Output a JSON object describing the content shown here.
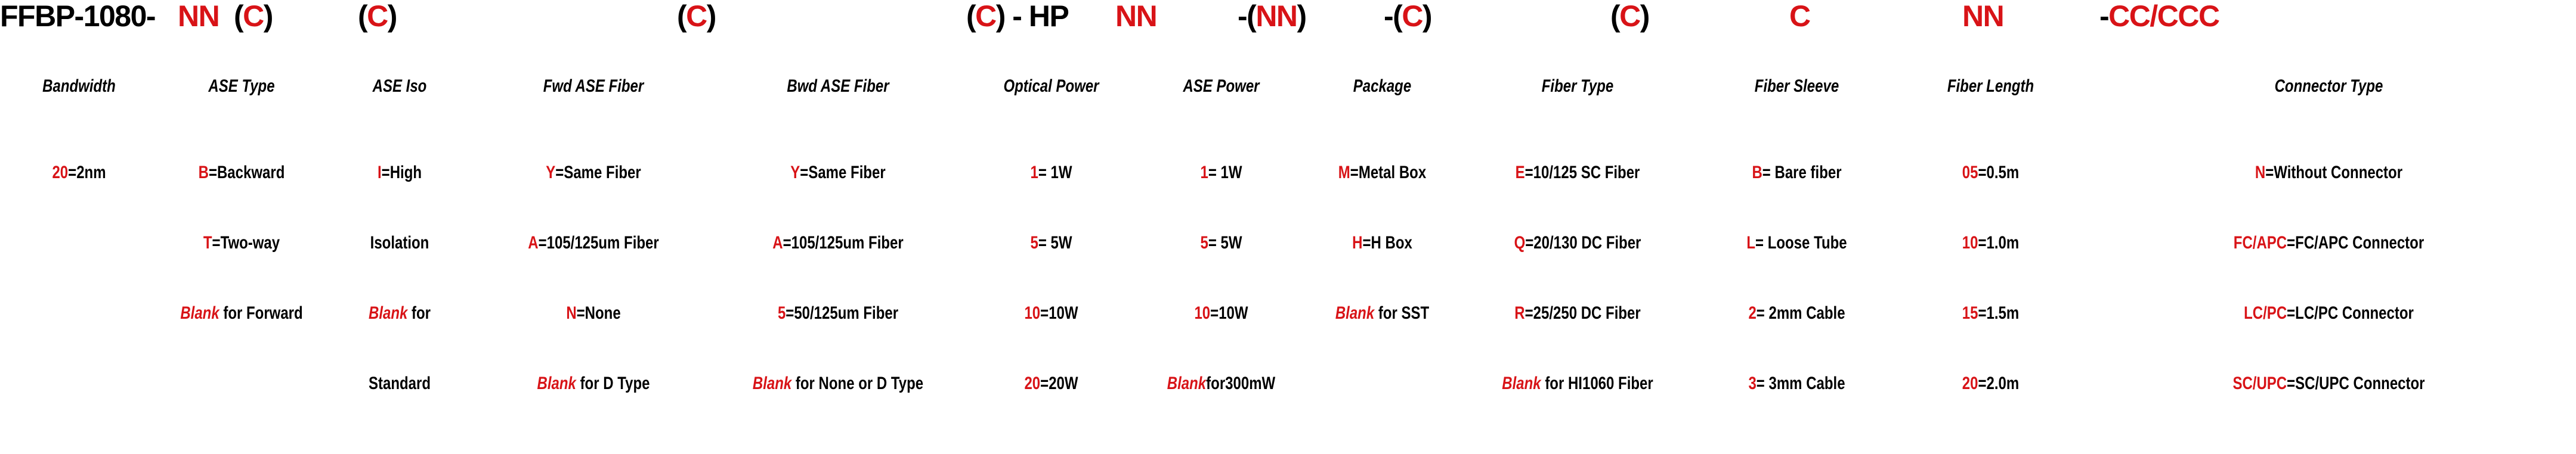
{
  "colors": {
    "code_red": "#d81317",
    "text_black": "#000000",
    "background": "#ffffff"
  },
  "title": {
    "full": "FFBP-1080-NN(C) (C)      (C) - HP NN   -(NN)  -(C)    (C)        C       NN  -CC/CCC",
    "segments": [
      {
        "text": "FFBP-1080-",
        "color": "black"
      },
      {
        "text": "NN",
        "color": "red"
      },
      {
        "text": "(",
        "color": "black"
      },
      {
        "text": "C",
        "color": "red"
      },
      {
        "text": ")",
        "color": "black"
      },
      {
        "text": "(",
        "color": "black"
      },
      {
        "text": "C",
        "color": "red"
      },
      {
        "text": ")",
        "color": "black"
      },
      {
        "text": "(",
        "color": "black"
      },
      {
        "text": "C",
        "color": "red"
      },
      {
        "text": ")",
        "color": "black"
      },
      {
        "text": "(",
        "color": "black"
      },
      {
        "text": "C",
        "color": "red"
      },
      {
        "text": ") - HP ",
        "color": "black"
      },
      {
        "text": "NN",
        "color": "red"
      },
      {
        "text": "-(",
        "color": "black"
      },
      {
        "text": "NN",
        "color": "red"
      },
      {
        "text": ")",
        "color": "black"
      },
      {
        "text": "-(",
        "color": "black"
      },
      {
        "text": "C",
        "color": "red"
      },
      {
        "text": ")",
        "color": "black"
      },
      {
        "text": "(",
        "color": "black"
      },
      {
        "text": "C",
        "color": "red"
      },
      {
        "text": ")",
        "color": "black"
      },
      {
        "text": "C",
        "color": "red"
      },
      {
        "text": "NN",
        "color": "red"
      },
      {
        "text": "-",
        "color": "black"
      },
      {
        "text": "CC/CCC",
        "color": "red"
      }
    ],
    "token_prefix": "FFBP-1080-",
    "tokens": [
      {
        "id": "bandwidth",
        "prefix": "",
        "code": "NN",
        "suffix": "",
        "wrapped": false
      },
      {
        "id": "ase-type",
        "prefix": "(",
        "code": "C",
        "suffix": ")",
        "wrapped": true
      },
      {
        "id": "ase-iso",
        "prefix": "(",
        "code": "C",
        "suffix": ")",
        "wrapped": true
      },
      {
        "id": "fwd-ase-fiber",
        "prefix": "(",
        "code": "C",
        "suffix": ")",
        "wrapped": true
      },
      {
        "id": "bwd-ase-fiber",
        "prefix": "(",
        "code": "C",
        "suffix": ") - HP",
        "wrapped": true
      },
      {
        "id": "optical-power",
        "prefix": "",
        "code": "NN",
        "suffix": "",
        "wrapped": false
      },
      {
        "id": "ase-power",
        "prefix": "-(",
        "code": "NN",
        "suffix": ")",
        "wrapped": true
      },
      {
        "id": "package",
        "prefix": "-(",
        "code": "C",
        "suffix": ")",
        "wrapped": true
      },
      {
        "id": "fiber-type",
        "prefix": "(",
        "code": "C",
        "suffix": ")",
        "wrapped": true
      },
      {
        "id": "fiber-sleeve",
        "prefix": "",
        "code": "C",
        "suffix": "",
        "wrapped": false
      },
      {
        "id": "fiber-length",
        "prefix": "",
        "code": "NN",
        "suffix": "",
        "wrapped": false
      },
      {
        "id": "connector-type",
        "prefix": "-",
        "code": "CC/CCC",
        "suffix": "",
        "wrapped": false
      }
    ]
  },
  "columns": [
    {
      "key": "bandwidth",
      "header": "Bandwidth",
      "options": [
        {
          "code": "20",
          "code_italic": false,
          "sep": "=",
          "definition": "2nm"
        },
        {
          "code": "",
          "code_italic": false,
          "sep": "",
          "definition": ""
        },
        {
          "code": "",
          "code_italic": false,
          "sep": "",
          "definition": ""
        },
        {
          "code": "",
          "code_italic": false,
          "sep": "",
          "definition": ""
        }
      ]
    },
    {
      "key": "ase-type",
      "header": "ASE Type",
      "options": [
        {
          "code": "B",
          "code_italic": false,
          "sep": "=",
          "definition": "Backward"
        },
        {
          "code": "T",
          "code_italic": false,
          "sep": "=",
          "definition": "Two-way"
        },
        {
          "code": "Blank",
          "code_italic": true,
          "sep": "",
          "definition": " for Forward"
        },
        {
          "code": "",
          "code_italic": false,
          "sep": "",
          "definition": ""
        }
      ]
    },
    {
      "key": "ase-iso",
      "header": "ASE Iso",
      "options": [
        {
          "code": "I",
          "code_italic": false,
          "sep": "=",
          "definition": "High"
        },
        {
          "code": "",
          "code_italic": false,
          "sep": "",
          "definition": "Isolation"
        },
        {
          "code": "Blank",
          "code_italic": true,
          "sep": "",
          "definition": " for"
        },
        {
          "code": "",
          "code_italic": false,
          "sep": "",
          "definition": "Standard"
        }
      ]
    },
    {
      "key": "fwd-ase-fiber",
      "header": "Fwd ASE Fiber",
      "options": [
        {
          "code": "Y",
          "code_italic": false,
          "sep": "=",
          "definition": "Same Fiber"
        },
        {
          "code": "A",
          "code_italic": false,
          "sep": "=",
          "definition": "105/125um Fiber"
        },
        {
          "code": "N",
          "code_italic": false,
          "sep": "=",
          "definition": "None"
        },
        {
          "code": "Blank",
          "code_italic": true,
          "sep": "",
          "definition": " for D Type"
        }
      ]
    },
    {
      "key": "bwd-ase-fiber",
      "header": "Bwd ASE Fiber",
      "options": [
        {
          "code": "Y",
          "code_italic": false,
          "sep": "=",
          "definition": "Same Fiber"
        },
        {
          "code": "A",
          "code_italic": false,
          "sep": "=",
          "definition": "105/125um Fiber"
        },
        {
          "code": "5",
          "code_italic": false,
          "sep": "=",
          "definition": "50/125um Fiber"
        },
        {
          "code": "Blank",
          "code_italic": true,
          "sep": "",
          "definition": " for None or D Type"
        }
      ]
    },
    {
      "key": "optical-power",
      "header": "Optical Power",
      "options": [
        {
          "code": "1",
          "code_italic": false,
          "sep": "=",
          "definition": " 1W"
        },
        {
          "code": "5",
          "code_italic": false,
          "sep": "=",
          "definition": " 5W"
        },
        {
          "code": "10",
          "code_italic": false,
          "sep": "=",
          "definition": "10W"
        },
        {
          "code": "20",
          "code_italic": false,
          "sep": "=",
          "definition": "20W"
        }
      ]
    },
    {
      "key": "ase-power",
      "header": "ASE Power",
      "options": [
        {
          "code": "1",
          "code_italic": false,
          "sep": "=",
          "definition": " 1W"
        },
        {
          "code": "5",
          "code_italic": false,
          "sep": "=",
          "definition": " 5W"
        },
        {
          "code": "10",
          "code_italic": false,
          "sep": "=",
          "definition": "10W"
        },
        {
          "code": "Blank",
          "code_italic": true,
          "sep": "",
          "definition": "for300mW"
        }
      ]
    },
    {
      "key": "package",
      "header": "Package",
      "options": [
        {
          "code": "M",
          "code_italic": false,
          "sep": "=",
          "definition": "Metal Box"
        },
        {
          "code": "H",
          "code_italic": false,
          "sep": "=",
          "definition": "H Box"
        },
        {
          "code": "Blank",
          "code_italic": true,
          "sep": "",
          "definition": " for SST"
        },
        {
          "code": "",
          "code_italic": false,
          "sep": "",
          "definition": ""
        }
      ]
    },
    {
      "key": "fiber-type",
      "header": "Fiber Type",
      "options": [
        {
          "code": "E",
          "code_italic": false,
          "sep": "=",
          "definition": "10/125 SC Fiber"
        },
        {
          "code": "Q",
          "code_italic": false,
          "sep": "=",
          "definition": "20/130 DC Fiber"
        },
        {
          "code": "R",
          "code_italic": false,
          "sep": "=",
          "definition": "25/250 DC Fiber"
        },
        {
          "code": "Blank",
          "code_italic": true,
          "sep": "",
          "definition": " for HI1060 Fiber"
        }
      ]
    },
    {
      "key": "fiber-sleeve",
      "header": "Fiber Sleeve",
      "options": [
        {
          "code": "B",
          "code_italic": false,
          "sep": "=",
          "definition": " Bare fiber"
        },
        {
          "code": "L",
          "code_italic": false,
          "sep": "=",
          "definition": " Loose Tube"
        },
        {
          "code": "2",
          "code_italic": false,
          "sep": "=",
          "definition": " 2mm Cable"
        },
        {
          "code": "3",
          "code_italic": false,
          "sep": "=",
          "definition": " 3mm Cable"
        }
      ]
    },
    {
      "key": "fiber-length",
      "header": "Fiber Length",
      "options": [
        {
          "code": "05",
          "code_italic": false,
          "sep": "=",
          "definition": "0.5m"
        },
        {
          "code": "10",
          "code_italic": false,
          "sep": "=",
          "definition": "1.0m"
        },
        {
          "code": "15",
          "code_italic": false,
          "sep": "=",
          "definition": "1.5m"
        },
        {
          "code": "20",
          "code_italic": false,
          "sep": "=",
          "definition": "2.0m"
        }
      ]
    },
    {
      "key": "connector-type",
      "header": "Connector Type",
      "options": [
        {
          "code": "N",
          "code_italic": false,
          "sep": "=",
          "definition": "Without Connector"
        },
        {
          "code": "FC/APC",
          "code_italic": false,
          "sep": "=",
          "definition": "FC/APC Connector"
        },
        {
          "code": "LC/PC",
          "code_italic": false,
          "sep": "=",
          "definition": "LC/PC Connector"
        },
        {
          "code": "SC/UPC",
          "code_italic": false,
          "sep": "=",
          "definition": "SC/UPC Connector"
        }
      ]
    }
  ],
  "layout": {
    "title_segment_x": [
      0,
      300,
      380,
      490,
      680,
      1000,
      1320,
      1630,
      1870,
      2080,
      2390,
      2720,
      3130,
      3490,
      3810
    ],
    "column_centers": [
      70,
      200,
      300,
      430,
      580,
      725,
      840,
      930,
      1040,
      1200,
      1340,
      1475
    ],
    "row_tops": [
      272,
      390,
      508,
      626
    ]
  }
}
